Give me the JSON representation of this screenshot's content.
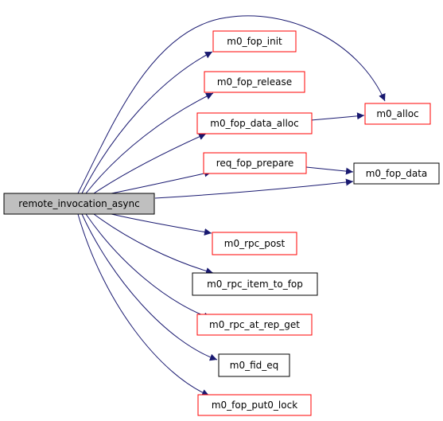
{
  "graph": {
    "root": {
      "id": "root",
      "label": "remote_invocation_async",
      "fill": "#bfbfbf",
      "border": "#000000"
    },
    "nodes": [
      {
        "id": "m0_fop_init",
        "label": "m0_fop_init",
        "border": "#ff0000"
      },
      {
        "id": "m0_fop_release",
        "label": "m0_fop_release",
        "border": "#ff0000"
      },
      {
        "id": "m0_fop_data_alloc",
        "label": "m0_fop_data_alloc",
        "border": "#ff0000"
      },
      {
        "id": "m0_alloc",
        "label": "m0_alloc",
        "border": "#ff0000"
      },
      {
        "id": "req_fop_prepare",
        "label": "req_fop_prepare",
        "border": "#ff0000"
      },
      {
        "id": "m0_fop_data",
        "label": "m0_fop_data",
        "border": "#000000"
      },
      {
        "id": "m0_rpc_post",
        "label": "m0_rpc_post",
        "border": "#ff0000"
      },
      {
        "id": "m0_rpc_item_to_fop",
        "label": "m0_rpc_item_to_fop",
        "border": "#000000"
      },
      {
        "id": "m0_rpc_at_rep_get",
        "label": "m0_rpc_at_rep_get",
        "border": "#ff0000"
      },
      {
        "id": "m0_fid_eq",
        "label": "m0_fid_eq",
        "border": "#000000"
      },
      {
        "id": "m0_fop_put0_lock",
        "label": "m0_fop_put0_lock",
        "border": "#ff0000"
      }
    ],
    "edge_color": "#191970"
  }
}
